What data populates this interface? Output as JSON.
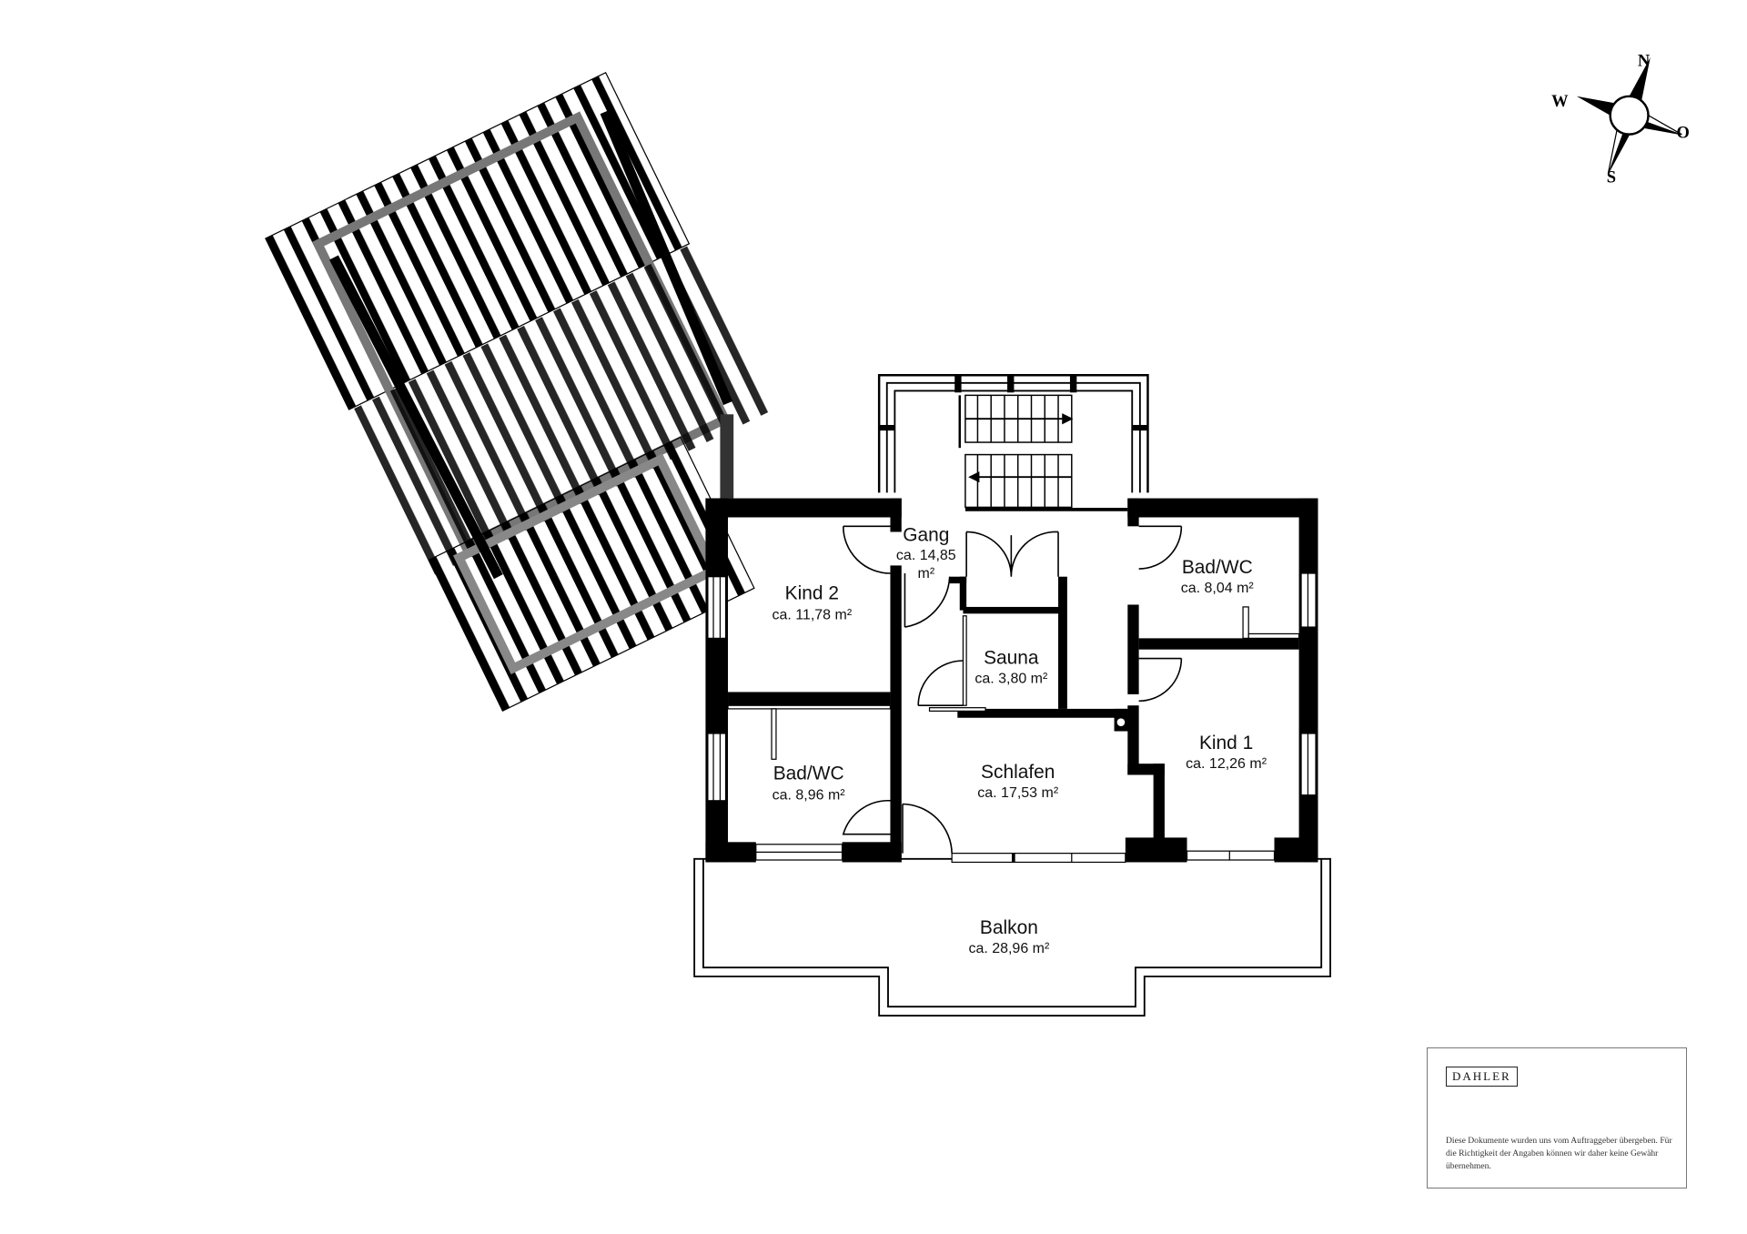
{
  "rooms": {
    "gang": {
      "name": "Gang",
      "area_line1": "ca. 14,85",
      "area_line2": "m²"
    },
    "kind2": {
      "name": "Kind 2",
      "area": "ca. 11,78 m²"
    },
    "bad_left": {
      "name": "Bad/WC",
      "area": "ca. 8,96 m²"
    },
    "sauna": {
      "name": "Sauna",
      "area": "ca. 3,80 m²"
    },
    "schlafen": {
      "name": "Schlafen",
      "area": "ca. 17,53 m²"
    },
    "bad_right": {
      "name": "Bad/WC",
      "area": "ca. 8,04 m²"
    },
    "kind1": {
      "name": "Kind 1",
      "area": "ca. 12,26 m²"
    },
    "balkon": {
      "name": "Balkon",
      "area": "ca. 28,96 m²"
    }
  },
  "compass": {
    "n": "N",
    "s": "S",
    "w": "W",
    "o": "O"
  },
  "disclaimer": {
    "logo": "DAHLER",
    "text": "Diese Dokumente wurden uns vom Auftraggeber übergeben. Für die Richtigkeit der Angaben können wir daher keine Gewähr übernehmen."
  }
}
